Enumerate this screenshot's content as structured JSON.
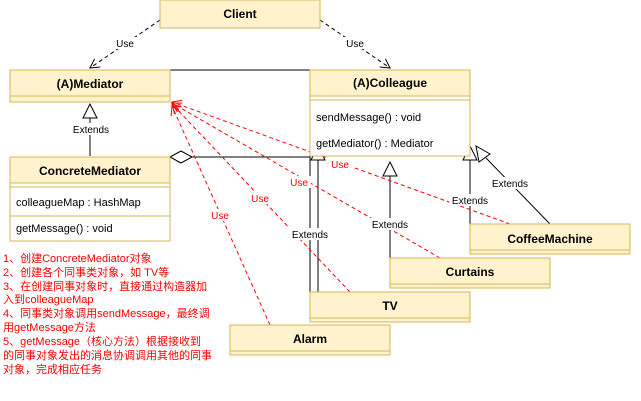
{
  "classes": {
    "client": {
      "title": "Client"
    },
    "mediator": {
      "title": "(A)Mediator"
    },
    "colleague": {
      "title": "(A)Colleague",
      "methods": [
        "sendMessage() : void",
        "getMediator() : Mediator"
      ]
    },
    "concrete_mediator": {
      "title": "ConcreteMediator",
      "fields": [
        "colleagueMap : HashMap"
      ],
      "methods": [
        "getMessage() : void"
      ]
    },
    "coffee_machine": {
      "title": "CoffeeMachine"
    },
    "curtains": {
      "title": "Curtains"
    },
    "tv": {
      "title": "TV"
    },
    "alarm": {
      "title": "Alarm"
    }
  },
  "edge_labels": {
    "use": "Use",
    "extends": "Extends"
  },
  "notes": [
    "1、创建ConcreteMediator对象",
    "2、创建各个同事类对象，如 TV等",
    "3、在创建同事对象时，直接通过构造器加",
    "入到colleagueMap",
    "4、同事类对象调用sendMessage，最终调",
    "用getMessage方法",
    "5、getMessage（核心方法）根据接收到",
    "的同事对象发出的消息协调调用其他的同事",
    "对象，完成相应任务"
  ],
  "colors": {
    "class_fill": "#fff2cc",
    "class_stroke": "#d6b656",
    "dependency_red": "#ff0000",
    "note_text": "#ff0000"
  }
}
